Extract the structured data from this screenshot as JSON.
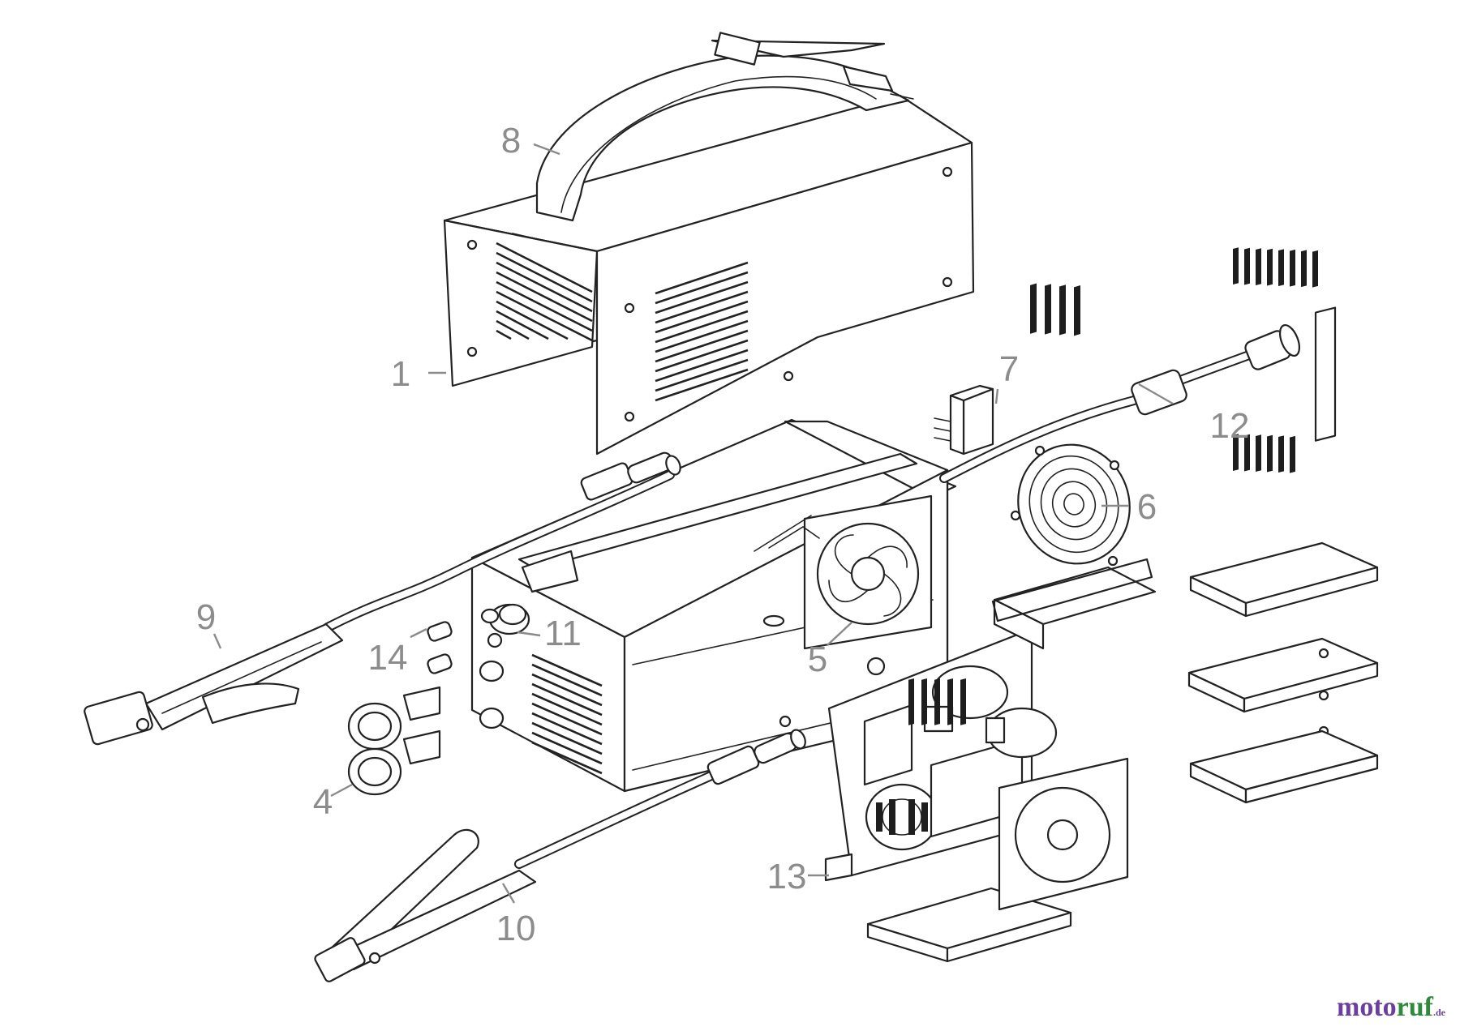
{
  "callouts": [
    {
      "id": "1",
      "label": "1"
    },
    {
      "id": "4",
      "label": "4"
    },
    {
      "id": "5",
      "label": "5"
    },
    {
      "id": "6",
      "label": "6"
    },
    {
      "id": "7",
      "label": "7"
    },
    {
      "id": "8",
      "label": "8"
    },
    {
      "id": "9",
      "label": "9"
    },
    {
      "id": "10",
      "label": "10"
    },
    {
      "id": "11",
      "label": "11"
    },
    {
      "id": "12",
      "label": "12"
    },
    {
      "id": "13",
      "label": "13"
    },
    {
      "id": "14",
      "label": "14"
    }
  ],
  "watermark": {
    "part1": "moto",
    "part2": "ruf",
    "tld": ".de"
  },
  "colors": {
    "line": "#222222",
    "callout": "#8c8c8c",
    "brand_purple": "#6b3fa0",
    "brand_green": "#2d8a3a"
  }
}
